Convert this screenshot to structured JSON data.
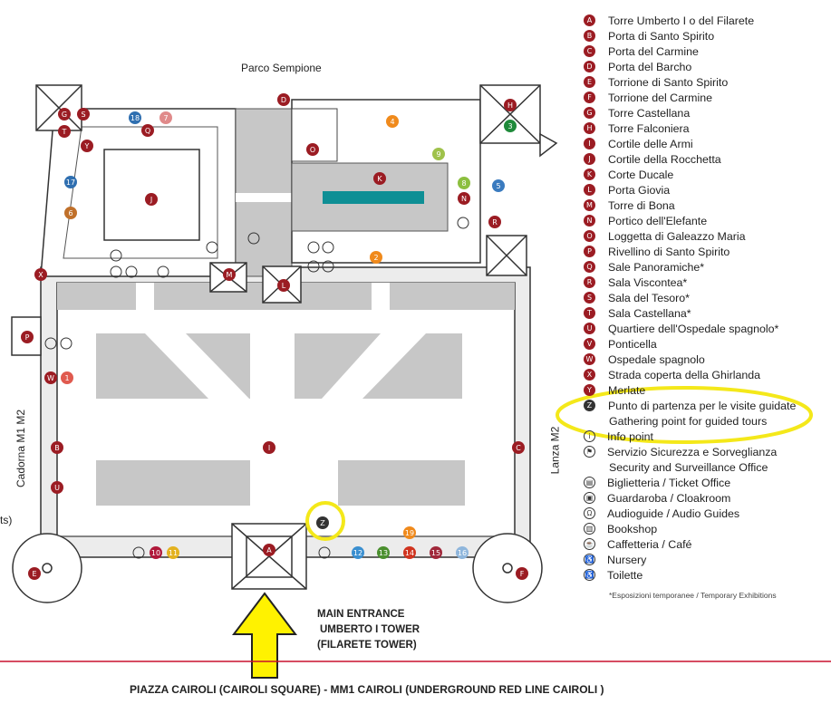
{
  "map": {
    "north_label": "Parco Sempione",
    "west_label": "Cadorna M1 M2",
    "east_label": "Lanza M2",
    "cut_text": "ts)",
    "entrance_lines": [
      "MAIN ENTRANCE",
      "UMBERTO I TOWER",
      "(FILARETE TOWER)"
    ],
    "square_label": "PIAZZA CAIROLI (CAIROLI SQUARE) - MM1 CAIROLI (UNDERGROUND RED LINE  CAIROLI )",
    "colors": {
      "red_marker": "#9b1c23",
      "highlight": "#f4e81a",
      "arrow": "#fff200",
      "courtyard": "#c7c7c7",
      "fountain": "#0e8f95",
      "red_line": "#c8102e"
    }
  },
  "legend": {
    "letters": [
      {
        "code": "A",
        "label": "Torre Umberto I o del Filarete"
      },
      {
        "code": "B",
        "label": "Porta di Santo Spirito"
      },
      {
        "code": "C",
        "label": "Porta del Carmine"
      },
      {
        "code": "D",
        "label": "Porta del Barcho"
      },
      {
        "code": "E",
        "label": "Torrione di Santo Spirito"
      },
      {
        "code": "F",
        "label": "Torrione del Carmine"
      },
      {
        "code": "G",
        "label": "Torre Castellana"
      },
      {
        "code": "H",
        "label": "Torre Falconiera"
      },
      {
        "code": "I",
        "label": "Cortile delle Armi"
      },
      {
        "code": "J",
        "label": "Cortile della Rocchetta"
      },
      {
        "code": "K",
        "label": "Corte Ducale"
      },
      {
        "code": "L",
        "label": "Porta Giovia"
      },
      {
        "code": "M",
        "label": "Torre di Bona"
      },
      {
        "code": "N",
        "label": "Portico dell'Elefante"
      },
      {
        "code": "O",
        "label": "Loggetta di Galeazzo Maria"
      },
      {
        "code": "P",
        "label": "Rivellino di Santo Spirito"
      },
      {
        "code": "Q",
        "label": "Sale Panoramiche*"
      },
      {
        "code": "R",
        "label": "Sala Viscontea*"
      },
      {
        "code": "S",
        "label": "Sala del Tesoro*"
      },
      {
        "code": "T",
        "label": "Sala Castellana*"
      },
      {
        "code": "U",
        "label": "Quartiere dell'Ospedale spagnolo*"
      },
      {
        "code": "V",
        "label": "Ponticella"
      },
      {
        "code": "W",
        "label": "Ospedale spagnolo"
      },
      {
        "code": "X",
        "label": "Strada coperta della Ghirlanda"
      },
      {
        "code": "Y",
        "label": "Merlate"
      }
    ],
    "gathering": {
      "code": "Z",
      "label_it": "Punto di partenza per le visite guidate",
      "label_en": "Gathering point for guided tours"
    },
    "services": [
      {
        "symbol": "i",
        "icon": "info-icon",
        "label": "Info point"
      },
      {
        "symbol": "⚑",
        "icon": "security-icon",
        "label": "Servizio Sicurezza e Sorveglianza"
      },
      {
        "symbol": "",
        "icon": "",
        "label": "Security and Surveillance Office"
      },
      {
        "symbol": "▤",
        "icon": "ticket-icon",
        "label": "Biglietteria / Ticket Office"
      },
      {
        "symbol": "▣",
        "icon": "cloakroom-icon",
        "label": "Guardaroba / Cloakroom"
      },
      {
        "symbol": "Ω",
        "icon": "audioguide-icon",
        "label": "Audioguide / Audio Guides"
      },
      {
        "symbol": "▥",
        "icon": "bookshop-icon",
        "label": "Bookshop"
      },
      {
        "symbol": "☕",
        "icon": "cafe-icon",
        "label": "Caffetteria / Café"
      },
      {
        "symbol": "♿",
        "icon": "nursery-icon",
        "label": "Nursery"
      },
      {
        "symbol": "♿",
        "icon": "toilet-icon",
        "label": "Toilette"
      }
    ],
    "note": "*Esposizioni temporanee / Temporary Exhibitions"
  }
}
